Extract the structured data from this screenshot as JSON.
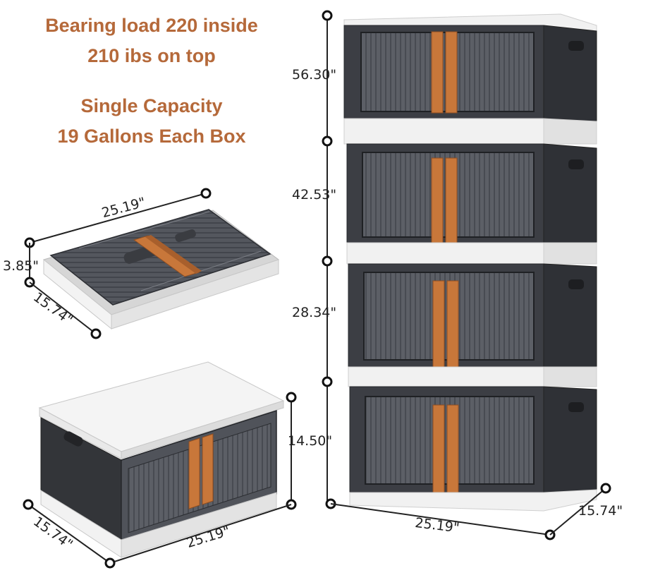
{
  "headline": {
    "line1": "Bearing load 220 inside",
    "line2": "210 ibs on top",
    "line3": "Single Capacity",
    "line4": "19  Gallons Each Box"
  },
  "folded_box": {
    "length": "25.19\"",
    "height": "3.85\"",
    "depth": "15.74\""
  },
  "single_box": {
    "height": "14.50\"",
    "length": "25.19\"",
    "depth": "15.74\""
  },
  "stack": {
    "height_4": "56.30\"",
    "height_3": "42.53\"",
    "height_2": "28.34\"",
    "width": "25.19\"",
    "depth": "15.74\""
  },
  "colors": {
    "accent_text": "#b5693a",
    "handle_orange": "#c8773a",
    "box_dark": "#3c3e44",
    "lid_white": "#f1f1f1"
  }
}
